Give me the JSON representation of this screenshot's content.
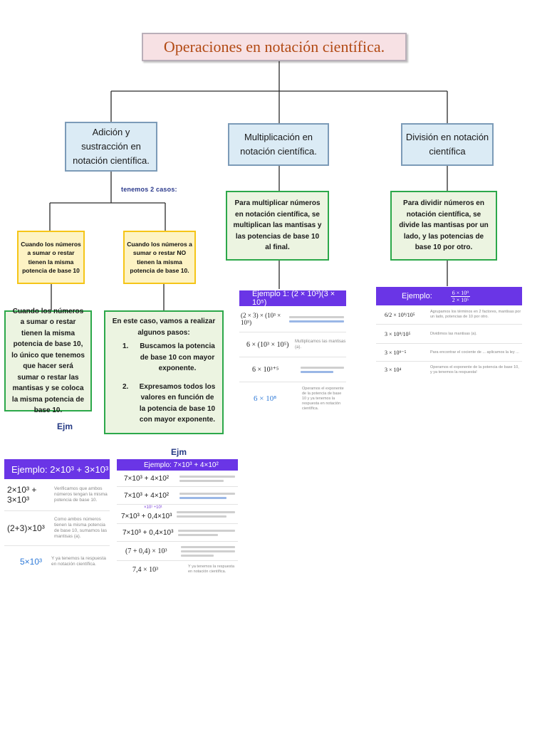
{
  "title": "Operaciones en notación científica.",
  "nodes": {
    "adicion": "Adición y sustracción en notación científica.",
    "multiplicacion": "Multiplicación en notación científica.",
    "division": "División en notación científica"
  },
  "casos_label": "tenemos 2 casos:",
  "case1": {
    "condition": "Cuando los números a sumar o restar tienen la misma potencia de base 10",
    "explanation": "Cuando los números a sumar o restar tienen la misma potencia de base 10, lo único que tenemos que hacer será sumar o restar las mantisas y se coloca la misma potencia de base 10."
  },
  "case2": {
    "condition": "Cuando los números a sumar o restar NO tienen la misma potencia de base 10.",
    "intro": "En este caso, vamos a realizar algunos pasos:",
    "steps": [
      {
        "num": "1.",
        "text": "Buscamos la potencia de base 10 con mayor exponente."
      },
      {
        "num": "2.",
        "text": "Expresamos todos los valores en función de la potencia de base 10 con mayor exponente."
      }
    ]
  },
  "multiplicacion_desc": "Para multiplicar números en notación científica, se multiplican las mantisas y las potencias de base 10 al final.",
  "division_desc": "Para dividir números en notación científica, se divide las mantisas por un lado, y las potencias de base 10 por otro.",
  "ejm_label": "Ejm",
  "examples": {
    "suma_igual": {
      "header": "Ejemplo: 2×10³ + 3×10³",
      "rows": [
        {
          "math": "2×10³ + 3×10³",
          "note": "Verificamos que ambos números tengan la misma potencia de base 10."
        },
        {
          "math": "(2+3)×10³",
          "note": "Como ambos números tienen la misma potencia de base 10, sumamos las mantisas (a)."
        },
        {
          "math": "5×10³",
          "note": "Y ya tenemos la respuesta en notación científica."
        }
      ]
    },
    "suma_distinta": {
      "header": "Ejemplo: 7×10³ + 4×10²",
      "rows": [
        {
          "math": "7×10³ + 4×10²"
        },
        {
          "math": "7×10³ + 4×10²"
        },
        {
          "math": "7×10³ + 0,4×10³",
          "arrows": "×10¹ ÷10¹"
        },
        {
          "math": "7×10³ + 0,4×10³"
        },
        {
          "math": "(7 + 0,4) × 10³"
        },
        {
          "math": "7,4 × 10³",
          "note": "Y ya tenemos la respuesta en notación científica."
        }
      ]
    },
    "multiplicacion": {
      "header": "Ejemplo 1: (2 × 10³)(3 × 10⁵)",
      "rows": [
        {
          "math": "(2 × 3) × (10³ × 10⁵)"
        },
        {
          "math": "6 × (10³ × 10⁵)",
          "note": "Multiplicamos las mantisas (a)."
        },
        {
          "math": "6 × 10³⁺⁵"
        },
        {
          "math": "6 × 10⁸",
          "note": "Operamos el exponente de la potencia de base 10 y ya tenemos la respuesta en notación científica."
        }
      ]
    },
    "division": {
      "header": "Ejemplo:",
      "fraction_num": "6 × 10⁹",
      "fraction_den": "2 × 10⁵",
      "rows": [
        {
          "math": "6/2 × 10⁹/10⁵",
          "note": "Agrupamos los términos en 2 factores, mantisas por un lado, potencias de 10 por otro."
        },
        {
          "math": "3 × 10⁹/10⁵",
          "note": "Dividimos las mantisas (a)."
        },
        {
          "math": "3 × 10⁹⁻⁵",
          "note": "Para encontrar el cociente de ... aplicamos la ley ..."
        },
        {
          "math": "3 × 10⁴",
          "note": "Operamos el exponente de la potencia de base 10, y ya tenemos la respuesta!"
        }
      ]
    }
  }
}
